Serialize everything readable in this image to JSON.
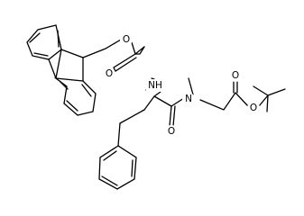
{
  "diagram": {
    "type": "chemical-structure",
    "atom_labels": {
      "ether_oxygen": "O",
      "carbonyl_oxygen_1": "O",
      "amide_nh": "NH",
      "amide_n": "N",
      "carbonyl_oxygen_2": "O",
      "carbonyl_oxygen_3": "O",
      "ester_oxygen": "O"
    },
    "colors": {
      "line": "#000000",
      "background": "#ffffff"
    }
  }
}
